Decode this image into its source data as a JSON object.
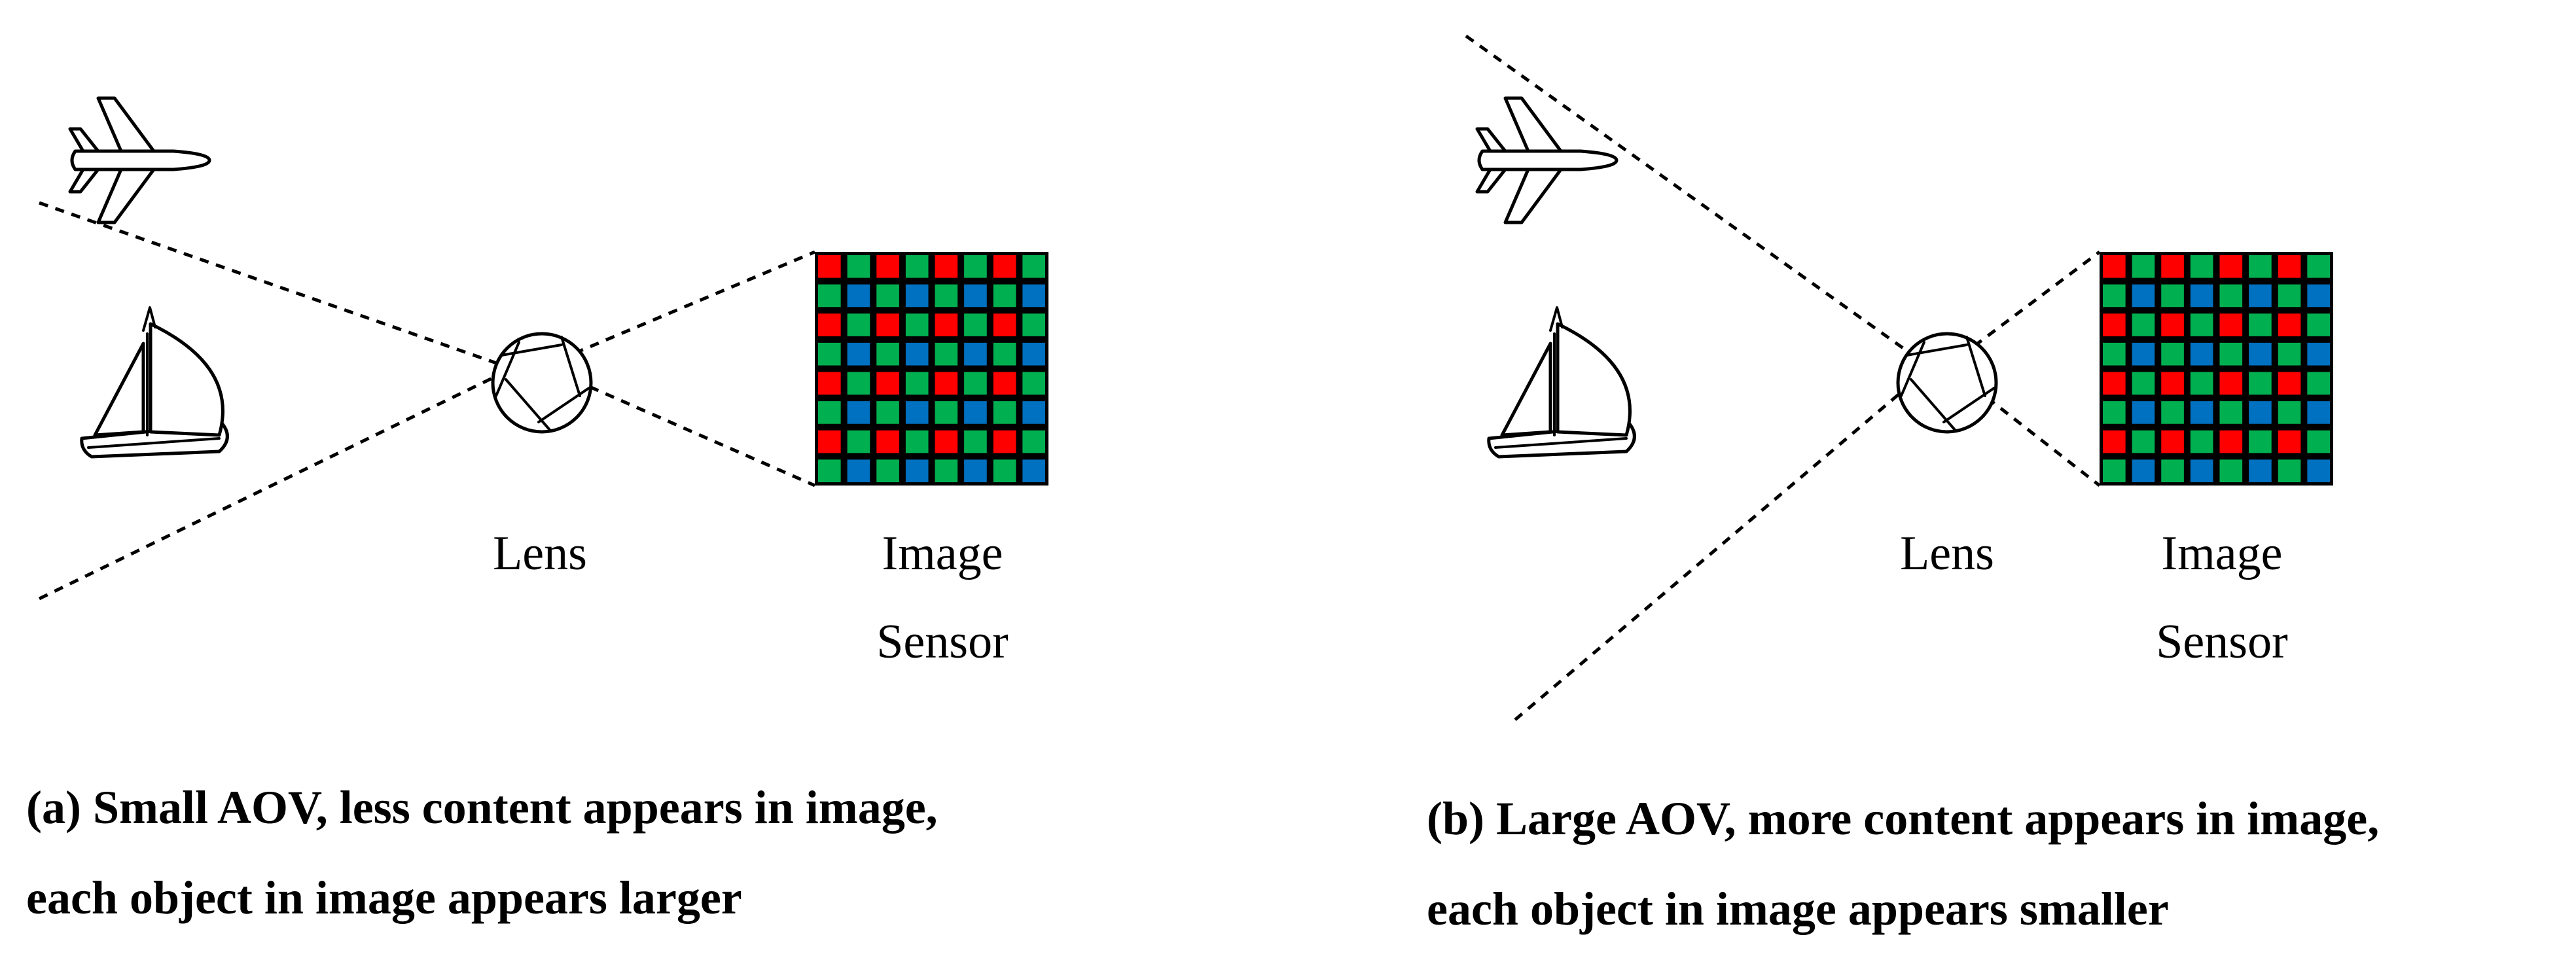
{
  "panels": [
    {
      "lens_label": "Lens",
      "sensor_label_line1": "Image",
      "sensor_label_line2": "Sensor",
      "caption_line1": "(a) Small AOV, less content appears in image,",
      "caption_line2": "each object in image appears larger"
    },
    {
      "lens_label": "Lens",
      "sensor_label_line1": "Image",
      "sensor_label_line2": "Sensor",
      "caption_line1": "(b) Large AOV, more content appears in image,",
      "caption_line2": "each object in image appears smaller"
    }
  ],
  "icons": [
    "airplane-icon",
    "sailboat-icon",
    "lens-aperture-icon",
    "image-sensor-grid"
  ],
  "colors": {
    "sensor_red": "#ff0000",
    "sensor_green": "#00b050",
    "sensor_blue": "#0070c0",
    "line": "#000000"
  }
}
